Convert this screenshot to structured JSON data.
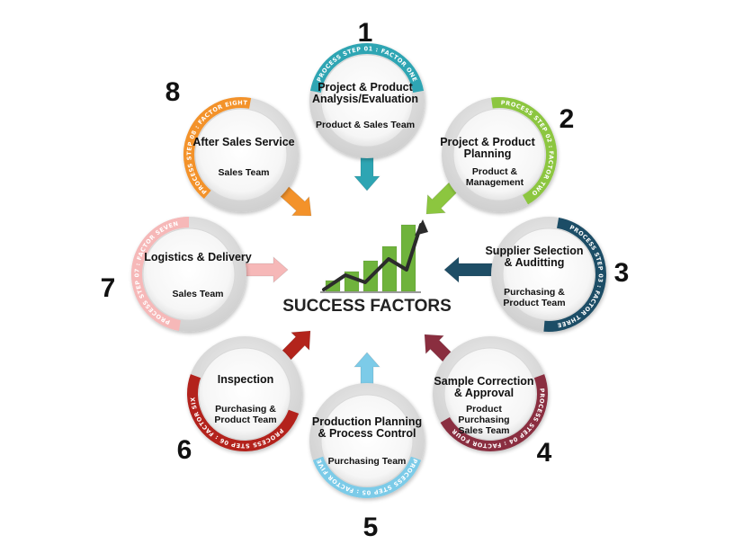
{
  "center": {
    "label": "SUCCESS FACTORS",
    "bar_color": "#6fb33c",
    "trend_color": "#2b2b2b"
  },
  "steps": [
    {
      "number": "1",
      "title_lines": [
        "Project & Product",
        "Analysis/Evaluation"
      ],
      "team_lines": [
        "Product & Sales Team"
      ],
      "arc_label": "PROCESS STEP 01 : FACTOR ONE",
      "color": "#2ea5b3"
    },
    {
      "number": "2",
      "title_lines": [
        "Project & Product",
        "Planning"
      ],
      "team_lines": [
        "Product &",
        "Management"
      ],
      "arc_label": "PROCESS STEP 02 : FACTOR TWO",
      "color": "#8cc63f"
    },
    {
      "number": "3",
      "title_lines": [
        "Supplier Selection",
        "& Auditting"
      ],
      "team_lines": [
        "Purchasing &",
        "Product Team"
      ],
      "arc_label": "PROCESS STEP 03 : FACTOR THREE",
      "color": "#1f4e66"
    },
    {
      "number": "4",
      "title_lines": [
        "Sample Correction",
        "& Approval"
      ],
      "team_lines": [
        "Product",
        "Purchasing",
        "Sales Team"
      ],
      "arc_label": "PROCESS STEP 04 : FACTOR FOUR",
      "color": "#8a2e3f"
    },
    {
      "number": "5",
      "title_lines": [
        "Production Planning",
        "& Process Control"
      ],
      "team_lines": [
        "Purchasing Team"
      ],
      "arc_label": "PROCESS STEP 05 : FACTOR FIVE",
      "color": "#7ccbe8"
    },
    {
      "number": "6",
      "title_lines": [
        "Inspection"
      ],
      "team_lines": [
        "Purchasing &",
        "Product Team"
      ],
      "arc_label": "PROCESS STEP 06 : FACTOR SIX",
      "color": "#b3241c"
    },
    {
      "number": "7",
      "title_lines": [
        "Logistics & Delivery"
      ],
      "team_lines": [
        "Sales Team"
      ],
      "arc_label": "PROCESS STEP 07 : FACTOR SEVEN",
      "color": "#f6b8b8"
    },
    {
      "number": "8",
      "title_lines": [
        "After Sales Service"
      ],
      "team_lines": [
        "Sales Team"
      ],
      "arc_label": "PROCESS STEP 08 : FACTOR EIGHT",
      "color": "#f3922a"
    }
  ]
}
